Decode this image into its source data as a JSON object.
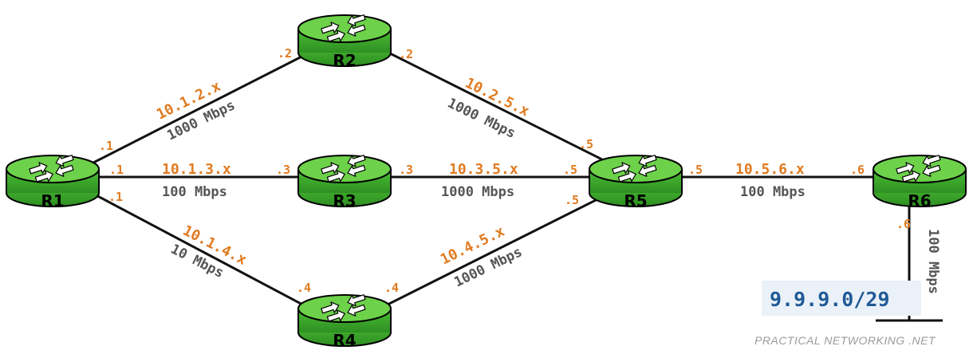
{
  "routers": [
    {
      "id": "R1",
      "name": "R1"
    },
    {
      "id": "R2",
      "name": "R2"
    },
    {
      "id": "R3",
      "name": "R3"
    },
    {
      "id": "R4",
      "name": "R4"
    },
    {
      "id": "R5",
      "name": "R5"
    },
    {
      "id": "R6",
      "name": "R6"
    }
  ],
  "links": [
    {
      "id": "r1-r2",
      "network": "10.1.2.x",
      "bandwidth": "1000 Mbps",
      "a_if": ".1",
      "b_if": ".2"
    },
    {
      "id": "r1-r3",
      "network": "10.1.3.x",
      "bandwidth": "100 Mbps",
      "a_if": ".1",
      "b_if": ".3"
    },
    {
      "id": "r1-r4",
      "network": "10.1.4.x",
      "bandwidth": "10 Mbps",
      "a_if": ".1",
      "b_if": ".4"
    },
    {
      "id": "r2-r5",
      "network": "10.2.5.x",
      "bandwidth": "1000 Mbps",
      "a_if": ".2",
      "b_if": ".5"
    },
    {
      "id": "r3-r5",
      "network": "10.3.5.x",
      "bandwidth": "1000 Mbps",
      "a_if": ".3",
      "b_if": ".5"
    },
    {
      "id": "r4-r5",
      "network": "10.4.5.x",
      "bandwidth": "1000 Mbps",
      "a_if": ".4",
      "b_if": ".5"
    },
    {
      "id": "r5-r6",
      "network": "10.5.6.x",
      "bandwidth": "100 Mbps",
      "a_if": ".5",
      "b_if": ".6"
    }
  ],
  "stub": {
    "network": "9.9.9.0/29",
    "bandwidth": "100 Mbps",
    "if": ".6"
  },
  "footer": {
    "brand": "PRACTICAL NETWORKING .NET"
  },
  "colors": {
    "router_top": "#6dd14a",
    "router_body": "#3aa32a",
    "router_outline": "#000000",
    "address": "#e07b20",
    "bandwidth": "#555555",
    "prefix": "#1f5a96",
    "link": "#111111"
  },
  "icons": {
    "router": "router-icon",
    "arrows": "router-arrows-icon"
  }
}
